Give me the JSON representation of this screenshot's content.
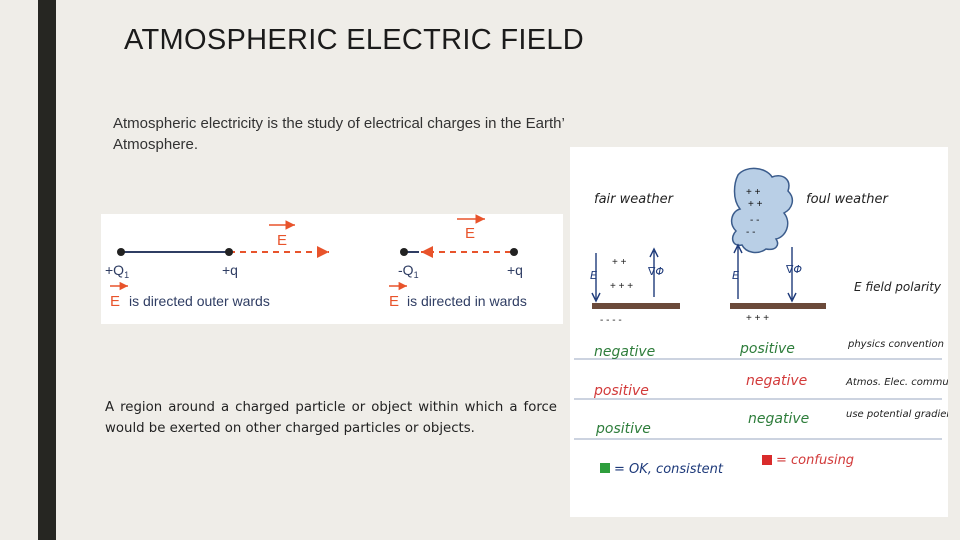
{
  "slide": {
    "title": "ATMOSPHERIC ELECTRIC FIELD",
    "intro_text": "Atmospheric electricity is the study of electrical charges in the Earth’ Atmosphere.",
    "definition_text": "A region around a charged particle or object within which a force would be exerted on other charged particles or objects."
  },
  "field_diagram": {
    "left": {
      "source_charge": "+Q",
      "source_subscript": "1",
      "test_charge": "+q",
      "field_label": "E",
      "caption_symbol": "E",
      "caption_text": "is directed outer wards"
    },
    "right": {
      "source_charge": "-Q",
      "source_subscript": "1",
      "test_charge": "+q",
      "field_label": "E",
      "caption_symbol": "E",
      "caption_text": "is directed in wards"
    },
    "colors": {
      "line": "#2f3d63",
      "field": "#e8532b",
      "dot": "#222222"
    }
  },
  "handdrawn_figure": {
    "fair_weather": "fair weather",
    "foul_weather": "foul weather",
    "e_label": "E",
    "grad_label": "∇Φ",
    "column_header": "E field polarity",
    "rows": [
      {
        "fair": "negative",
        "foul": "positive",
        "source": "physics convention",
        "fair_color": "#2e7d3b",
        "foul_color": "#2e7d3b"
      },
      {
        "fair": "positive",
        "foul": "negative",
        "source": "Atmos. Elec. community",
        "fair_color": "#d23a3a",
        "foul_color": "#d23a3a"
      },
      {
        "fair": "positive",
        "foul": "negative",
        "source": "use potential gradient",
        "fair_color": "#2e7d3b",
        "foul_color": "#2e7d3b"
      }
    ],
    "legend": {
      "ok_text": "= OK, consistent",
      "confusing_text": "= confusing",
      "ok_color": "#2e9e3c",
      "confusing_color": "#d92b2b"
    }
  }
}
